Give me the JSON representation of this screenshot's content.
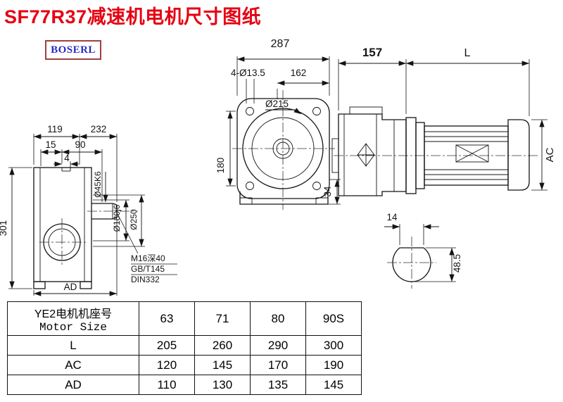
{
  "page": {
    "title": "SF77R37减速机电机尺寸图纸",
    "brand": "BOSERL"
  },
  "colors": {
    "title_red": "#e60012",
    "logo_blue": "#2a2ac8",
    "logo_border": "#a04040",
    "line_black": "#141414"
  },
  "drawing": {
    "front_view": {
      "dim_overall_width": "287",
      "dim_162": "162",
      "dim_bolt_holes": "4-Ø13.5",
      "dim_flange_dia": "Ø215",
      "dim_180": "180",
      "dim_34": "34"
    },
    "side_view": {
      "dim_157": "157",
      "dim_motor_length": "L",
      "dim_motor_height": "AC"
    },
    "shaft_section": {
      "dim_key_width": "14",
      "dim_shaft_height": "48.5"
    },
    "left_view": {
      "dim_119": "119",
      "dim_232": "232",
      "dim_15": "15",
      "dim_90": "90",
      "dim_4": "4",
      "dim_301": "301",
      "dim_AD": "AD",
      "dim_shaft_dia": "Ø45K6",
      "dim_spigot_dia": "Ø180j6",
      "dim_flange_dia": "Ø250",
      "note_tap": "M16深40",
      "note_gb": "GB/T145",
      "note_din": "DIN332"
    }
  },
  "table": {
    "header_label_cn": "YE2电机机座号",
    "header_label_en": "Motor Size",
    "motor_sizes": [
      "63",
      "71",
      "80",
      "90S"
    ],
    "rows": [
      {
        "label": "L",
        "values": [
          "205",
          "260",
          "290",
          "300"
        ]
      },
      {
        "label": "AC",
        "values": [
          "120",
          "145",
          "170",
          "190"
        ]
      },
      {
        "label": "AD",
        "values": [
          "110",
          "130",
          "135",
          "145"
        ]
      }
    ]
  }
}
